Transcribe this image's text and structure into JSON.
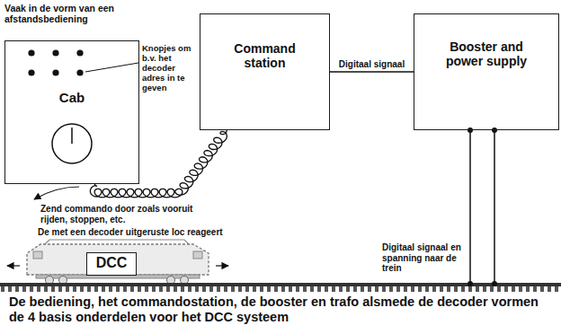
{
  "diagram": {
    "caption": "De bediening, het commandostation, de booster en trafo alsmede de decoder vormen de 4 basis onderdelen voor het DCC systeem",
    "nodes": [
      {
        "text": [
          "Cab"
        ]
      },
      {
        "text": [
          "Command station"
        ]
      },
      {
        "text": [
          "Booster and power supply"
        ]
      },
      {
        "text": [
          "DCC"
        ]
      }
    ],
    "edges": [
      {
        "from": 0,
        "to": 1,
        "arrow": "none"
      },
      {
        "from": 1,
        "to": 2,
        "arrow": "none",
        "label": "Digitaal signaal"
      }
    ],
    "labels": [
      "Vaak in de vorm van een afstandsbediening",
      "Knopjes om b.v. het decoder adres in te geven",
      "Zend commando door zoals vooruit rijden, stoppen, etc.",
      "De met een decoder uitgeruste loc reageert",
      "Digitaal signaal en spanning naar de trein"
    ]
  }
}
